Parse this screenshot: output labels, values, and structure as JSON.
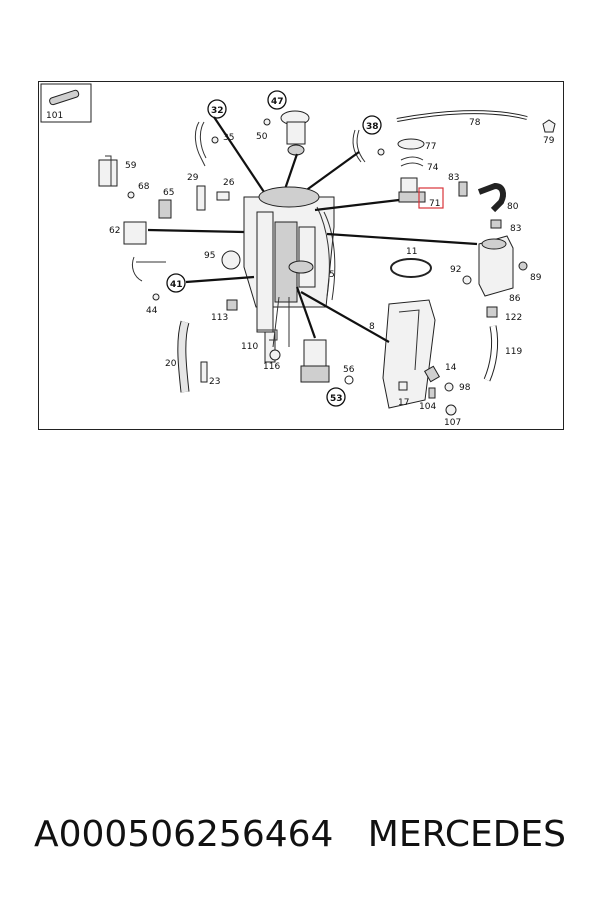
{
  "diagram": {
    "callouts": {
      "c101": "101",
      "c78": "78",
      "c79": "79",
      "c32": "32",
      "c47": "47",
      "c35": "35",
      "c50": "50",
      "c38": "38",
      "c77": "77",
      "c74": "74",
      "c59": "59",
      "c68": "68",
      "c65": "65",
      "c29": "29",
      "c26": "26",
      "c83a": "83",
      "c80": "80",
      "c71": "71",
      "c62": "62",
      "c83b": "83",
      "c95": "95",
      "c11": "11",
      "c92": "92",
      "c89": "89",
      "c5": "5",
      "c41": "41",
      "c44": "44",
      "c86": "86",
      "c113": "113",
      "c122": "122",
      "c8": "8",
      "c110": "110",
      "c119": "119",
      "c20": "20",
      "c116": "116",
      "c14": "14",
      "c56": "56",
      "c98": "98",
      "c23": "23",
      "c53": "53",
      "c17": "17",
      "c104": "104",
      "c107": "107"
    }
  },
  "footer": {
    "part_number": "A000506256464",
    "brand": "MERCEDES"
  },
  "colors": {
    "highlight": "#d9343a",
    "line": "#222222"
  }
}
